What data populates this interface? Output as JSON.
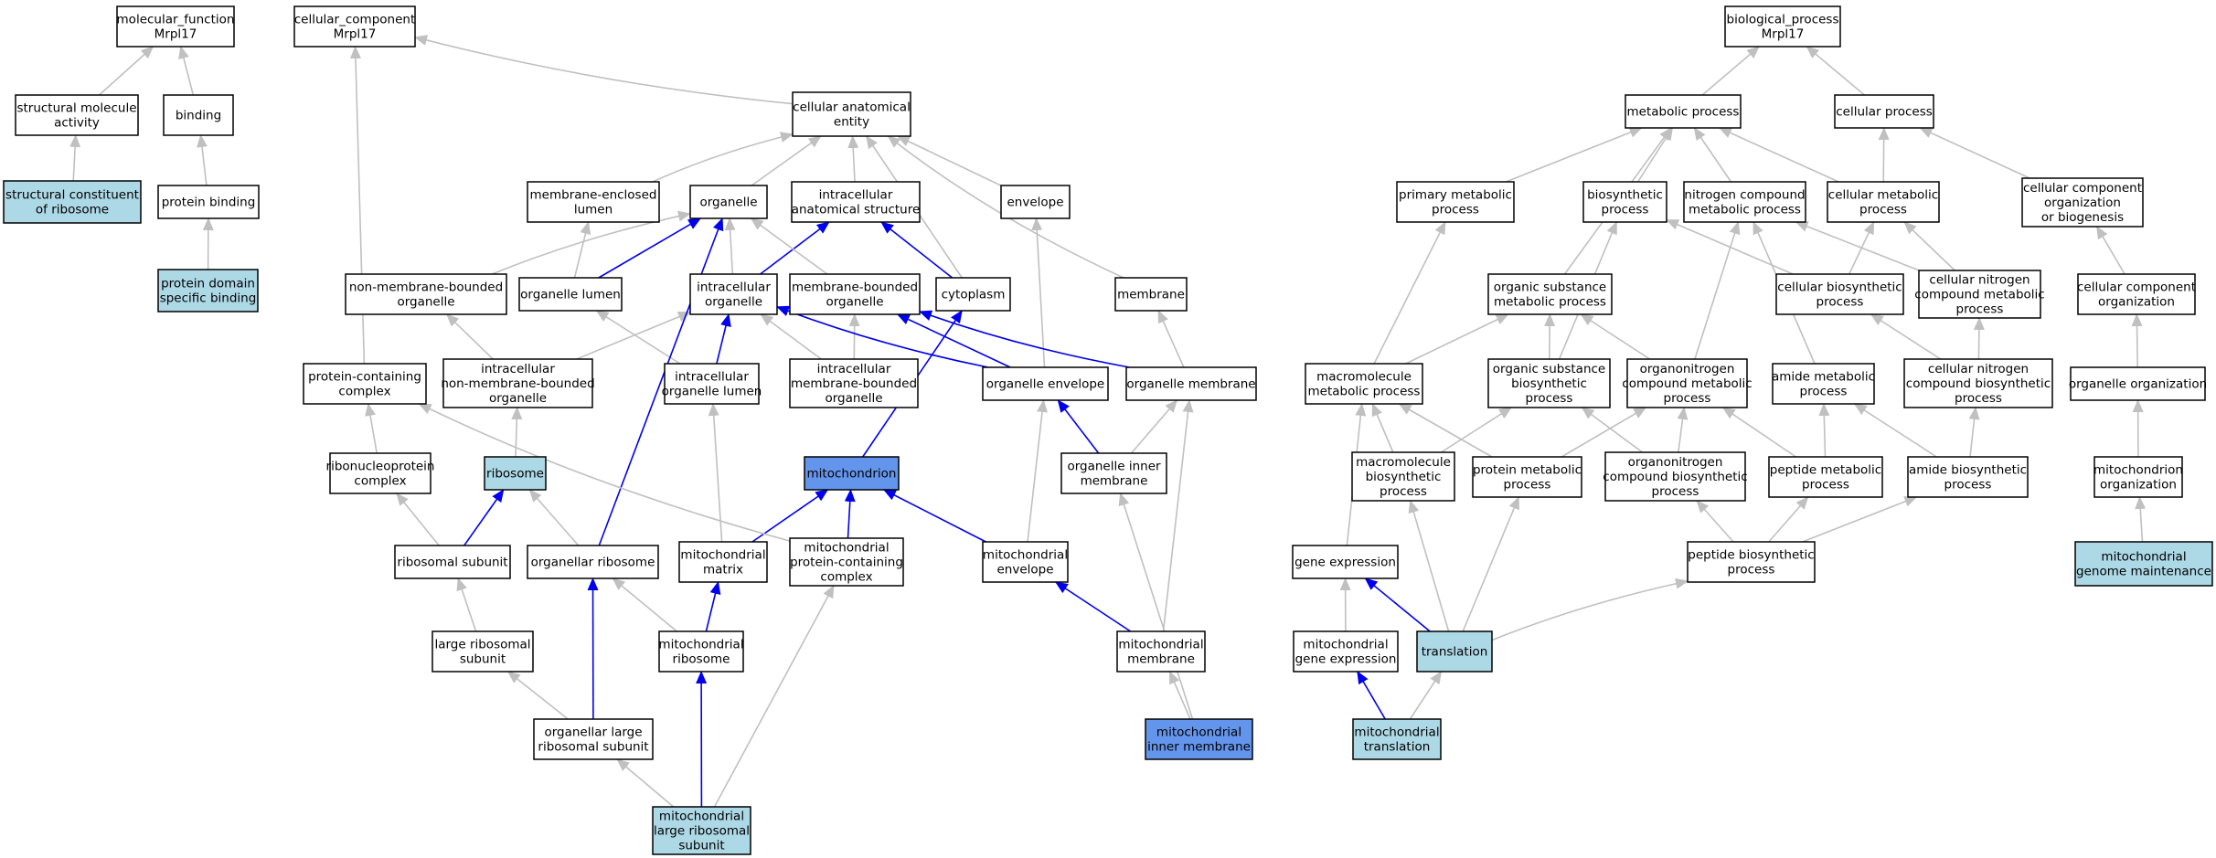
{
  "colors": {
    "plain": "#ffffff",
    "light": "#add8e6",
    "dark": "#6495ed",
    "blue_edge": "#0000ee",
    "grey_edge": "#c0c0c0"
  },
  "nodes": {
    "mf_root": {
      "lines": [
        "molecular_function",
        "Mrpl17"
      ],
      "fill": "plain"
    },
    "smact": {
      "lines": [
        "structural molecule",
        "activity"
      ],
      "fill": "plain"
    },
    "binding": {
      "lines": [
        "binding"
      ],
      "fill": "plain"
    },
    "scrib": {
      "lines": [
        "structural constituent",
        "of ribosome"
      ],
      "fill": "light"
    },
    "protbind": {
      "lines": [
        "protein binding"
      ],
      "fill": "plain"
    },
    "pdsb": {
      "lines": [
        "protein domain",
        "specific binding"
      ],
      "fill": "light"
    },
    "cc_root": {
      "lines": [
        "cellular_component",
        "Mrpl17"
      ],
      "fill": "plain"
    },
    "cae": {
      "lines": [
        "cellular anatomical",
        "entity"
      ],
      "fill": "plain"
    },
    "mel": {
      "lines": [
        "membrane-enclosed",
        "lumen"
      ],
      "fill": "plain"
    },
    "organelle": {
      "lines": [
        "organelle"
      ],
      "fill": "plain"
    },
    "ias": {
      "lines": [
        "intracellular",
        "anatomical structure"
      ],
      "fill": "plain"
    },
    "envelope": {
      "lines": [
        "envelope"
      ],
      "fill": "plain"
    },
    "nmbo": {
      "lines": [
        "non-membrane-bounded",
        "organelle"
      ],
      "fill": "plain"
    },
    "orglumen": {
      "lines": [
        "organelle lumen"
      ],
      "fill": "plain"
    },
    "io": {
      "lines": [
        "intracellular",
        "organelle"
      ],
      "fill": "plain"
    },
    "mbo": {
      "lines": [
        "membrane-bounded",
        "organelle"
      ],
      "fill": "plain"
    },
    "cytoplasm": {
      "lines": [
        "cytoplasm"
      ],
      "fill": "plain"
    },
    "membrane": {
      "lines": [
        "membrane"
      ],
      "fill": "plain"
    },
    "pcc": {
      "lines": [
        "protein-containing",
        "complex"
      ],
      "fill": "plain"
    },
    "inmbo": {
      "lines": [
        "intracellular",
        "non-membrane-bounded",
        "organelle"
      ],
      "fill": "plain"
    },
    "iol": {
      "lines": [
        "intracellular",
        "organelle lumen"
      ],
      "fill": "plain"
    },
    "imbo": {
      "lines": [
        "intracellular",
        "membrane-bounded",
        "organelle"
      ],
      "fill": "plain"
    },
    "orgenv": {
      "lines": [
        "organelle envelope"
      ],
      "fill": "plain"
    },
    "orgmem": {
      "lines": [
        "organelle membrane"
      ],
      "fill": "plain"
    },
    "rnpc": {
      "lines": [
        "ribonucleoprotein",
        "complex"
      ],
      "fill": "plain"
    },
    "ribosome": {
      "lines": [
        "ribosome"
      ],
      "fill": "light"
    },
    "mito": {
      "lines": [
        "mitochondrion"
      ],
      "fill": "dark"
    },
    "oim": {
      "lines": [
        "organelle inner",
        "membrane"
      ],
      "fill": "plain"
    },
    "ribsub": {
      "lines": [
        "ribosomal subunit"
      ],
      "fill": "plain"
    },
    "orgrib": {
      "lines": [
        "organellar ribosome"
      ],
      "fill": "plain"
    },
    "mmatrix": {
      "lines": [
        "mitochondrial",
        "matrix"
      ],
      "fill": "plain"
    },
    "mpcc": {
      "lines": [
        "mitochondrial",
        "protein-containing",
        "complex"
      ],
      "fill": "plain"
    },
    "menv": {
      "lines": [
        "mitochondrial",
        "envelope"
      ],
      "fill": "plain"
    },
    "lrs": {
      "lines": [
        "large ribosomal",
        "subunit"
      ],
      "fill": "plain"
    },
    "mrib": {
      "lines": [
        "mitochondrial",
        "ribosome"
      ],
      "fill": "plain"
    },
    "mmem": {
      "lines": [
        "mitochondrial",
        "membrane"
      ],
      "fill": "plain"
    },
    "olrs": {
      "lines": [
        "organellar large",
        "ribosomal subunit"
      ],
      "fill": "plain"
    },
    "mim": {
      "lines": [
        "mitochondrial",
        "inner membrane"
      ],
      "fill": "dark"
    },
    "mlrs": {
      "lines": [
        "mitochondrial",
        "large ribosomal",
        "subunit"
      ],
      "fill": "light"
    },
    "bp_root": {
      "lines": [
        "biological_process",
        "Mrpl17"
      ],
      "fill": "plain"
    },
    "metab": {
      "lines": [
        "metabolic process"
      ],
      "fill": "plain"
    },
    "cellproc": {
      "lines": [
        "cellular process"
      ],
      "fill": "plain"
    },
    "pmp": {
      "lines": [
        "primary metabolic",
        "process"
      ],
      "fill": "plain"
    },
    "biosyn": {
      "lines": [
        "biosynthetic",
        "process"
      ],
      "fill": "plain"
    },
    "ncmp": {
      "lines": [
        "nitrogen compound",
        "metabolic process"
      ],
      "fill": "plain"
    },
    "cmp": {
      "lines": [
        "cellular metabolic",
        "process"
      ],
      "fill": "plain"
    },
    "ccob": {
      "lines": [
        "cellular component",
        "organization",
        "or biogenesis"
      ],
      "fill": "plain"
    },
    "osmp": {
      "lines": [
        "organic substance",
        "metabolic process"
      ],
      "fill": "plain"
    },
    "cbp": {
      "lines": [
        "cellular biosynthetic",
        "process"
      ],
      "fill": "plain"
    },
    "cncmp": {
      "lines": [
        "cellular nitrogen",
        "compound metabolic",
        "process"
      ],
      "fill": "plain"
    },
    "cco": {
      "lines": [
        "cellular component",
        "organization"
      ],
      "fill": "plain"
    },
    "mmp": {
      "lines": [
        "macromolecule",
        "metabolic process"
      ],
      "fill": "plain"
    },
    "osbp": {
      "lines": [
        "organic substance",
        "biosynthetic",
        "process"
      ],
      "fill": "plain"
    },
    "onmp": {
      "lines": [
        "organonitrogen",
        "compound metabolic",
        "process"
      ],
      "fill": "plain"
    },
    "amp": {
      "lines": [
        "amide metabolic",
        "process"
      ],
      "fill": "plain"
    },
    "cncbp": {
      "lines": [
        "cellular nitrogen",
        "compound biosynthetic",
        "process"
      ],
      "fill": "plain"
    },
    "oorg": {
      "lines": [
        "organelle organization"
      ],
      "fill": "plain"
    },
    "mbp": {
      "lines": [
        "macromolecule",
        "biosynthetic",
        "process"
      ],
      "fill": "plain"
    },
    "protmp": {
      "lines": [
        "protein metabolic",
        "process"
      ],
      "fill": "plain"
    },
    "onbp": {
      "lines": [
        "organonitrogen",
        "compound biosynthetic",
        "process"
      ],
      "fill": "plain"
    },
    "pepmp": {
      "lines": [
        "peptide metabolic",
        "process"
      ],
      "fill": "plain"
    },
    "abp": {
      "lines": [
        "amide biosynthetic",
        "process"
      ],
      "fill": "plain"
    },
    "morg": {
      "lines": [
        "mitochondrion",
        "organization"
      ],
      "fill": "plain"
    },
    "geneexp": {
      "lines": [
        "gene expression"
      ],
      "fill": "plain"
    },
    "pepbp": {
      "lines": [
        "peptide biosynthetic",
        "process"
      ],
      "fill": "plain"
    },
    "mgm": {
      "lines": [
        "mitochondrial",
        "genome maintenance"
      ],
      "fill": "light"
    },
    "mge": {
      "lines": [
        "mitochondrial",
        "gene expression"
      ],
      "fill": "plain"
    },
    "transl": {
      "lines": [
        "translation"
      ],
      "fill": "light"
    },
    "mtransl": {
      "lines": [
        "mitochondrial",
        "translation"
      ],
      "fill": "light"
    }
  },
  "edges": [
    {
      "from": "smact",
      "to": "mf_root",
      "c": "g"
    },
    {
      "from": "binding",
      "to": "mf_root",
      "c": "g"
    },
    {
      "from": "scrib",
      "to": "smact",
      "c": "g"
    },
    {
      "from": "protbind",
      "to": "binding",
      "c": "g"
    },
    {
      "from": "pdsb",
      "to": "protbind",
      "c": "g"
    },
    {
      "from": "cae",
      "to": "cc_root",
      "c": "g"
    },
    {
      "from": "mel",
      "to": "cae",
      "c": "g"
    },
    {
      "from": "organelle",
      "to": "cae",
      "c": "g"
    },
    {
      "from": "ias",
      "to": "cae",
      "c": "g"
    },
    {
      "from": "envelope",
      "to": "cae",
      "c": "g"
    },
    {
      "from": "cytoplasm",
      "to": "cae",
      "c": "g"
    },
    {
      "from": "membrane",
      "to": "cae",
      "c": "g"
    },
    {
      "from": "pcc",
      "to": "cc_root",
      "c": "g"
    },
    {
      "from": "nmbo",
      "to": "organelle",
      "c": "g"
    },
    {
      "from": "orglumen",
      "to": "mel",
      "c": "g"
    },
    {
      "from": "orglumen",
      "to": "organelle",
      "c": "b"
    },
    {
      "from": "io",
      "to": "organelle",
      "c": "g"
    },
    {
      "from": "io",
      "to": "ias",
      "c": "b"
    },
    {
      "from": "mbo",
      "to": "organelle",
      "c": "g"
    },
    {
      "from": "cytoplasm",
      "to": "ias",
      "c": "b"
    },
    {
      "from": "inmbo",
      "to": "nmbo",
      "c": "g"
    },
    {
      "from": "inmbo",
      "to": "io",
      "c": "g"
    },
    {
      "from": "iol",
      "to": "orglumen",
      "c": "g"
    },
    {
      "from": "iol",
      "to": "io",
      "c": "b"
    },
    {
      "from": "imbo",
      "to": "mbo",
      "c": "g"
    },
    {
      "from": "imbo",
      "to": "io",
      "c": "g"
    },
    {
      "from": "orgenv",
      "to": "envelope",
      "c": "g"
    },
    {
      "from": "orgenv",
      "to": "mbo",
      "c": "b"
    },
    {
      "from": "orgenv",
      "to": "io",
      "c": "b"
    },
    {
      "from": "orgmem",
      "to": "membrane",
      "c": "g"
    },
    {
      "from": "orgmem",
      "to": "mbo",
      "c": "b"
    },
    {
      "from": "rnpc",
      "to": "pcc",
      "c": "g"
    },
    {
      "from": "ribosome",
      "to": "inmbo",
      "c": "g"
    },
    {
      "from": "mito",
      "to": "cytoplasm",
      "c": "b"
    },
    {
      "from": "oim",
      "to": "orgmem",
      "c": "g"
    },
    {
      "from": "oim",
      "to": "orgenv",
      "c": "b"
    },
    {
      "from": "ribsub",
      "to": "rnpc",
      "c": "g"
    },
    {
      "from": "ribsub",
      "to": "ribosome",
      "c": "b"
    },
    {
      "from": "orgrib",
      "to": "ribosome",
      "c": "g"
    },
    {
      "from": "orgrib",
      "to": "organelle",
      "c": "b"
    },
    {
      "from": "mmatrix",
      "to": "iol",
      "c": "g"
    },
    {
      "from": "mmatrix",
      "to": "mito",
      "c": "b"
    },
    {
      "from": "mpcc",
      "to": "pcc",
      "c": "g"
    },
    {
      "from": "mpcc",
      "to": "mito",
      "c": "b"
    },
    {
      "from": "menv",
      "to": "orgenv",
      "c": "g"
    },
    {
      "from": "menv",
      "to": "mito",
      "c": "b"
    },
    {
      "from": "lrs",
      "to": "ribsub",
      "c": "g"
    },
    {
      "from": "mrib",
      "to": "orgrib",
      "c": "g"
    },
    {
      "from": "mrib",
      "to": "mmatrix",
      "c": "b"
    },
    {
      "from": "mmem",
      "to": "orgmem",
      "c": "g"
    },
    {
      "from": "mmem",
      "to": "menv",
      "c": "b"
    },
    {
      "from": "olrs",
      "to": "lrs",
      "c": "g"
    },
    {
      "from": "olrs",
      "to": "orgrib",
      "c": "b"
    },
    {
      "from": "mim",
      "to": "mmem",
      "c": "g"
    },
    {
      "from": "mim",
      "to": "oim",
      "c": "g"
    },
    {
      "from": "mlrs",
      "to": "olrs",
      "c": "g"
    },
    {
      "from": "mlrs",
      "to": "mrib",
      "c": "b"
    },
    {
      "from": "mlrs",
      "to": "mpcc",
      "c": "g"
    },
    {
      "from": "metab",
      "to": "bp_root",
      "c": "g"
    },
    {
      "from": "cellproc",
      "to": "bp_root",
      "c": "g"
    },
    {
      "from": "pmp",
      "to": "metab",
      "c": "g"
    },
    {
      "from": "biosyn",
      "to": "metab",
      "c": "g"
    },
    {
      "from": "ncmp",
      "to": "metab",
      "c": "g"
    },
    {
      "from": "cmp",
      "to": "metab",
      "c": "g"
    },
    {
      "from": "cmp",
      "to": "cellproc",
      "c": "g"
    },
    {
      "from": "ccob",
      "to": "cellproc",
      "c": "g"
    },
    {
      "from": "osmp",
      "to": "metab",
      "c": "g"
    },
    {
      "from": "cbp",
      "to": "biosyn",
      "c": "g"
    },
    {
      "from": "cbp",
      "to": "cmp",
      "c": "g"
    },
    {
      "from": "cncmp",
      "to": "ncmp",
      "c": "g"
    },
    {
      "from": "cncmp",
      "to": "cmp",
      "c": "g"
    },
    {
      "from": "cco",
      "to": "ccob",
      "c": "g"
    },
    {
      "from": "mmp",
      "to": "pmp",
      "c": "g"
    },
    {
      "from": "mmp",
      "to": "osmp",
      "c": "g"
    },
    {
      "from": "osbp",
      "to": "osmp",
      "c": "g"
    },
    {
      "from": "osbp",
      "to": "biosyn",
      "c": "g"
    },
    {
      "from": "onmp",
      "to": "osmp",
      "c": "g"
    },
    {
      "from": "onmp",
      "to": "ncmp",
      "c": "g"
    },
    {
      "from": "amp",
      "to": "ncmp",
      "c": "g"
    },
    {
      "from": "cncbp",
      "to": "cbp",
      "c": "g"
    },
    {
      "from": "cncbp",
      "to": "cncmp",
      "c": "g"
    },
    {
      "from": "oorg",
      "to": "cco",
      "c": "g"
    },
    {
      "from": "mbp",
      "to": "mmp",
      "c": "g"
    },
    {
      "from": "mbp",
      "to": "osbp",
      "c": "g"
    },
    {
      "from": "protmp",
      "to": "mmp",
      "c": "g"
    },
    {
      "from": "protmp",
      "to": "onmp",
      "c": "g"
    },
    {
      "from": "onbp",
      "to": "onmp",
      "c": "g"
    },
    {
      "from": "onbp",
      "to": "osbp",
      "c": "g"
    },
    {
      "from": "pepmp",
      "to": "amp",
      "c": "g"
    },
    {
      "from": "pepmp",
      "to": "onmp",
      "c": "g"
    },
    {
      "from": "abp",
      "to": "amp",
      "c": "g"
    },
    {
      "from": "abp",
      "to": "cncbp",
      "c": "g"
    },
    {
      "from": "morg",
      "to": "oorg",
      "c": "g"
    },
    {
      "from": "geneexp",
      "to": "mmp",
      "c": "g"
    },
    {
      "from": "pepbp",
      "to": "pepmp",
      "c": "g"
    },
    {
      "from": "pepbp",
      "to": "abp",
      "c": "g"
    },
    {
      "from": "pepbp",
      "to": "onbp",
      "c": "g"
    },
    {
      "from": "mgm",
      "to": "morg",
      "c": "g"
    },
    {
      "from": "mge",
      "to": "geneexp",
      "c": "g"
    },
    {
      "from": "transl",
      "to": "geneexp",
      "c": "b"
    },
    {
      "from": "transl",
      "to": "pepbp",
      "c": "g"
    },
    {
      "from": "transl",
      "to": "mbp",
      "c": "g"
    },
    {
      "from": "transl",
      "to": "protmp",
      "c": "g"
    },
    {
      "from": "mtransl",
      "to": "transl",
      "c": "g"
    },
    {
      "from": "mtransl",
      "to": "mge",
      "c": "b"
    }
  ]
}
